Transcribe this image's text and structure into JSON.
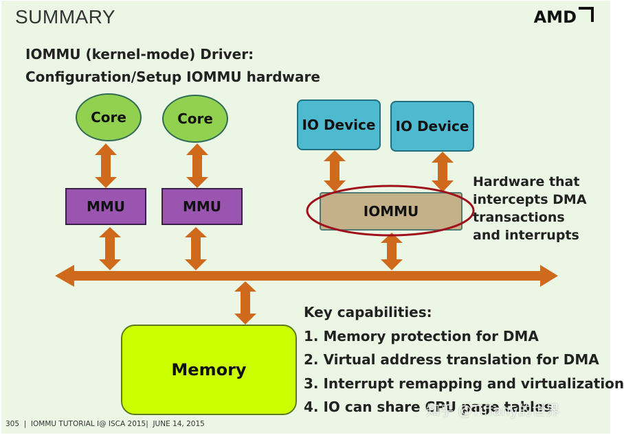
{
  "slide": {
    "title": "SUMMARY",
    "logo": "AMD",
    "heading_line1": "IOMMU (kernel-mode) Driver:",
    "heading_line2": "Configuration/Setup IOMMU hardware"
  },
  "diagram": {
    "core_label": "Core",
    "mmu_label": "MMU",
    "io_device_label": "IO Device",
    "iommu_label": "IOMMU",
    "memory_label": "Memory",
    "hardware_note": [
      "Hardware that",
      "intercepts DMA",
      "transactions",
      "and interrupts"
    ]
  },
  "capabilities": {
    "title": "Key capabilities:",
    "items": [
      "1. Memory protection for DMA",
      "2. Virtual address translation for DMA",
      "3. Interrupt remapping and virtualization",
      "4. IO can share CPU page tables"
    ]
  },
  "footer": "305  |  IOMMU TUTORIAL I@ ISCA 2015|  JUNE 14, 2015",
  "watermark": "知乎 @Tiffany的世界",
  "colors": {
    "background": "#ecf6e5",
    "arrow": "#cf6a1c",
    "core": "#92d050",
    "mmu": "#9a55b0",
    "io_device": "#4ebad0",
    "iommu": "#c4b089",
    "memory": "#ccff00",
    "highlight_ellipse": "#a0101a"
  }
}
